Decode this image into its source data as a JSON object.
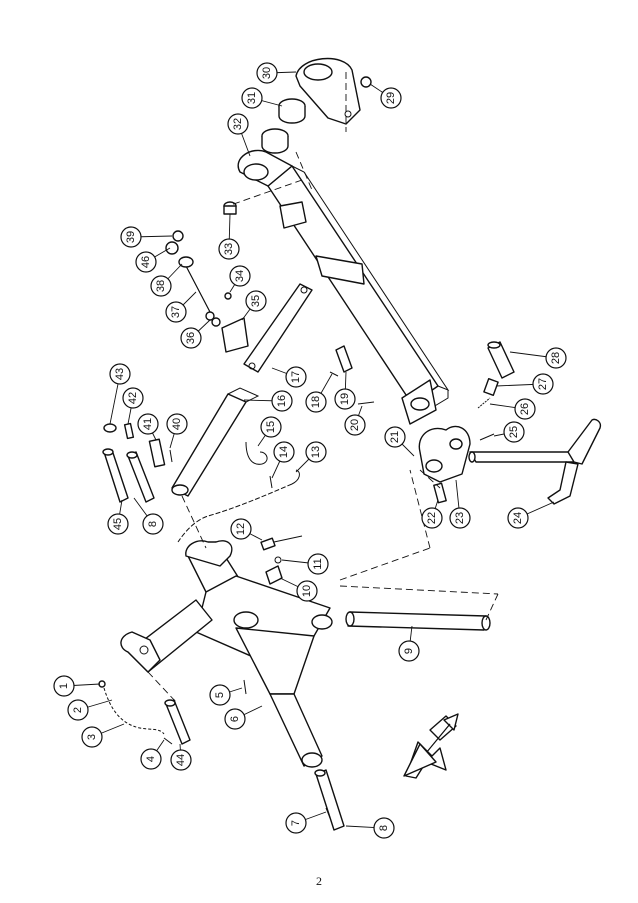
{
  "page_number": "2",
  "callouts": [
    "1",
    "2",
    "3",
    "4",
    "5",
    "6",
    "7",
    "8",
    "8",
    "9",
    "10",
    "11",
    "12",
    "13",
    "14",
    "15",
    "16",
    "17",
    "18",
    "19",
    "20",
    "21",
    "22",
    "23",
    "24",
    "25",
    "26",
    "27",
    "28",
    "29",
    "30",
    "31",
    "32",
    "33",
    "34",
    "35",
    "36",
    "37",
    "38",
    "39",
    "40",
    "41",
    "42",
    "43",
    "44",
    "45",
    "46"
  ]
}
